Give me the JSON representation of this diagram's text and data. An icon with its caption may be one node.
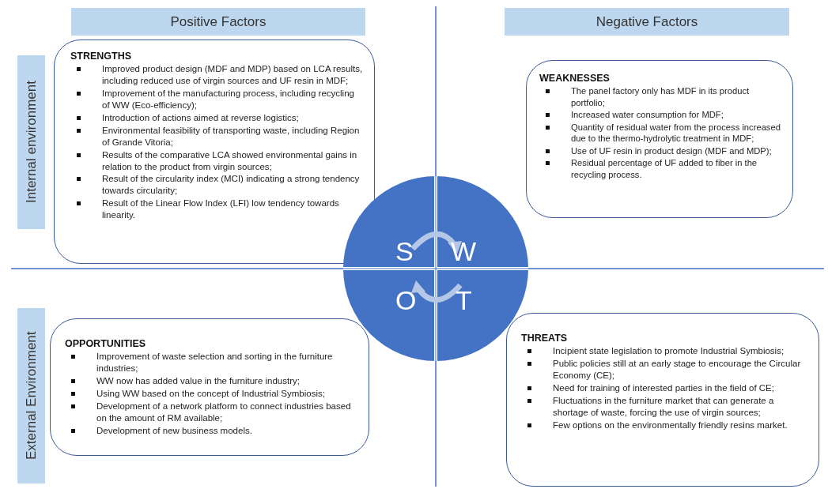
{
  "diagram": {
    "nodes": [
      {
        "text": [
          "Positive Factors"
        ]
      },
      {
        "text": [
          "Negative Factors"
        ]
      },
      {
        "text": [
          "Internal environment"
        ]
      },
      {
        "text": [
          "External Environment"
        ]
      },
      {
        "text": [
          "STRENGTHS",
          "Improved product design (MDF and MDP) based on LCA results, including reduced use of virgin sources and UF resin in MDF;",
          "Improvement of the manufacturing process, including recycling of WW (Eco-efficiency);",
          "Introduction of actions aimed at reverse logistics;",
          "Environmental feasibility of transporting waste, including Region of Grande Vitoria;",
          "Results of the comparative LCA showed environmental gains in relation to the product from virgin sources;",
          "Result of the circularity index (MCI) indicating a strong tendency towards circularity;",
          "Result of the Linear Flow Index (LFI) low tendency towards linearity."
        ]
      },
      {
        "text": [
          "WEAKNESSES",
          "The panel factory only has MDF in its product portfolio;",
          "Increased water consumption for MDF;",
          "Quantity of residual water from the process increased due to the thermo-hydrolytic treatment in MDF;",
          "Use of UF resin in product design (MDF and MDP);",
          "Residual percentage of UF added to fiber in the recycling process."
        ]
      },
      {
        "text": [
          "S",
          "W",
          "O",
          "T"
        ]
      },
      {
        "text": [
          "OPPORTUNITIES",
          "Improvement of waste selection and sorting in the furniture industries;",
          "WW now has added value in the furniture industry;",
          "Using WW based on the concept of Industrial Symbiosis;",
          "Development of a network platform to connect industries based on the amount of RM available;",
          "Development of new business models."
        ]
      },
      {
        "text": [
          "THREATS",
          "Incipient state legislation to promote Industrial Symbiosis;",
          "Public policies still at an early stage to encourage the Circular Economy (CE);",
          "Need for training of interested parties in the field of CE;",
          "Fluctuations in the furniture market that can generate a shortage of waste, forcing the use of virgin sources;",
          "Few options on the environmentally friendly resins market."
        ]
      }
    ]
  }
}
